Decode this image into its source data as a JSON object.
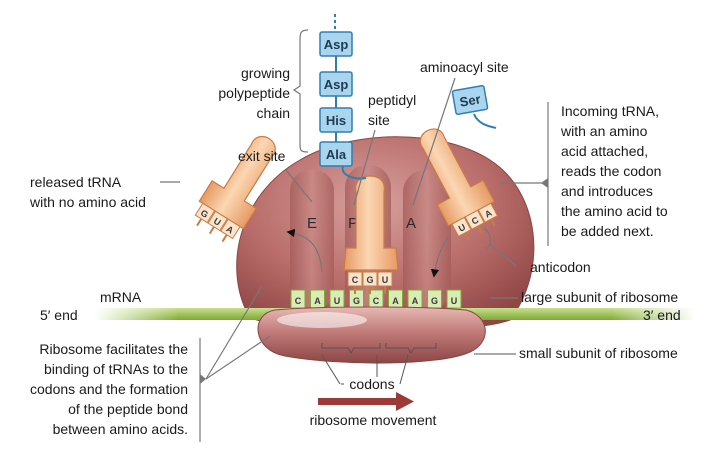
{
  "labels": {
    "growing_chain": [
      "growing",
      "polypeptide",
      "chain"
    ],
    "exit_site": "exit site",
    "peptidyl_site": [
      "peptidyl",
      "site"
    ],
    "aminoacyl_site": "aminoacyl site",
    "released_trna": [
      "released tRNA",
      "with no amino acid"
    ],
    "incoming_trna": [
      "Incoming tRNA,",
      "with an amino",
      "acid attached,",
      "reads the codon",
      "and introduces",
      "the amino acid to",
      "be added next."
    ],
    "anticodon": "anticodon",
    "large_subunit": "large subunit of ribosome",
    "mrna": "mRNA",
    "five_prime": "5′ end",
    "three_prime": "3′ end",
    "ribosome_role": [
      "Ribosome facilitates the",
      "binding of tRNAs to the",
      "codons and the formation",
      "of the peptide bond",
      "between amino acids."
    ],
    "small_subunit": "small subunit of ribosome",
    "codons": "codons",
    "ribosome_movement": "ribosome movement"
  },
  "sites": {
    "exit": "E",
    "peptidyl": "P",
    "aminoacyl": "A"
  },
  "amino_acids": {
    "chain": [
      "Asp",
      "Asp",
      "His",
      "Ala"
    ],
    "incoming": "Ser"
  },
  "mrna_bases": [
    "C",
    "A",
    "U",
    "G",
    "C",
    "A",
    "A",
    "G",
    "U"
  ],
  "anticodons": {
    "released": [
      "G",
      "U",
      "A"
    ],
    "peptidyl": [
      "C",
      "G",
      "U"
    ],
    "incoming": [
      "U",
      "C",
      "A"
    ]
  },
  "colors": {
    "ribosome": "#c27a78",
    "ribosome_dark": "#9c5352",
    "trna": "#f2b98a",
    "trna_edge": "#c97c45",
    "mrna": "#9ac24a",
    "amino_acid_fill": "#a9d6ee",
    "amino_acid_edge": "#2f7fb2",
    "arrow": "#9b3a36"
  }
}
